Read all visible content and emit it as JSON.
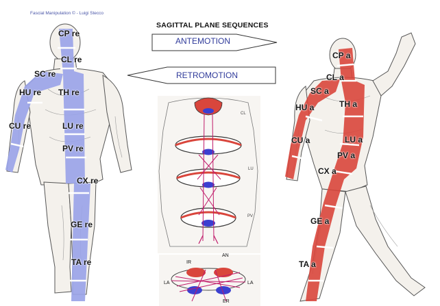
{
  "header": {
    "credit": "Fascial Manipulation © - Luigi Stecco",
    "title": "SAGITTAL PLANE SEQUENCES"
  },
  "arrows": {
    "antemotion": "ANTEMOTION",
    "retromotion": "RETROMOTION"
  },
  "colors": {
    "retro_band": "#9aa4e8",
    "ante_band": "#d9463c",
    "arrow_text": "#2f3a9a"
  },
  "retro_points": [
    "CP re",
    "CL re",
    "SC re",
    "HU re",
    "TH re",
    "CU re",
    "LU re",
    "PV re",
    "CX re",
    "GE re",
    "TA re"
  ],
  "ante_points": [
    "CP a",
    "CL a",
    "SC a",
    "HU a",
    "TH a",
    "CU a",
    "LU a",
    "PV a",
    "CX a",
    "GE a",
    "TA a"
  ],
  "diagram_labels": {
    "cl": "CL",
    "lu": "LU",
    "pv": "PV",
    "ir": "IR",
    "an": "AN",
    "la_left": "LA",
    "la_right": "LA",
    "er": "ER"
  }
}
